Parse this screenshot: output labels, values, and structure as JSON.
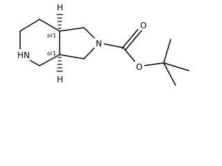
{
  "structure": {
    "atoms": {
      "nh": "HN",
      "n_ring": "N",
      "o_carbonyl": "O",
      "o_ester": "O",
      "h_top": "H",
      "h_bottom": "H"
    },
    "stereo_labels": {
      "top": "or1",
      "bottom": "or1"
    }
  }
}
